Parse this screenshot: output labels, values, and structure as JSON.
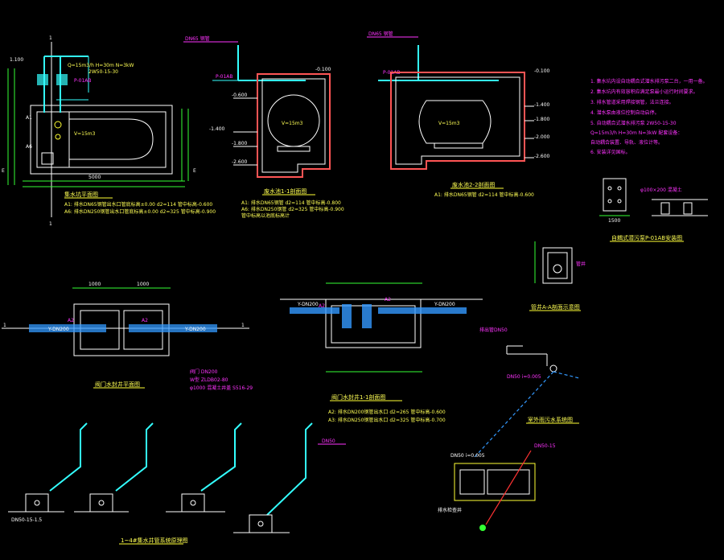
{
  "colors": {
    "background": "#000000",
    "outline": "#ffffff",
    "dimension": "#33ff33",
    "label": "#ffff55",
    "note": "#ff33ff",
    "pipe": "#33ffff",
    "wall": "#ff5555"
  },
  "views": {
    "plan": {
      "title": "集水坑平面图",
      "equipment_tag": "P-01AB",
      "volume": "V=15m3",
      "notes": [
        "A1: 排水DN65钢管出水口管底标高±0.00 d2=114 管中标高-0.600",
        "A6: 排水DN250钢管出水口管底标高±0.00 d2=325 管中标高-0.900"
      ]
    },
    "section_1_1": {
      "title": "废水池1-1剖面图",
      "volume": "V=15m3",
      "tag": "P-01AB",
      "notes": [
        "A1: 排水DN65钢管 d2=114 管中标高-0.800",
        "A6: 排水DN250钢管 d2=325 管中标高-0.900",
        "管中标高以池底标高计"
      ]
    },
    "section_2_2": {
      "title": "废水池2-2剖面图",
      "volume": "V=15m3",
      "tag": "P-01AB",
      "note": "A1: 排水DN65钢管 d2=114 管中标高-0.600"
    },
    "notes_block": {
      "lines": [
        "1. 集水坑内设自动耦合式潜水排污泵二台，一用一备。",
        "2. 集水坑内有效容积应满足泵最小运行时间要求。",
        "3. 排水管道采用焊接钢管，法兰连接。",
        "4. 潜水泵由液位控制自动启停。",
        "5. 自动耦合式潜水排污泵 2W50-15-30",
        "   Q=15m3/h  H=30m  N=3kW  配套设备：",
        "   自动耦合装置、导轨、液位计等。",
        "6. 安装详见国标。"
      ]
    },
    "pump_detail": {
      "title": "自耦式潜污泵P-01AB安装图",
      "dim": "1500"
    },
    "section_a": {
      "title": "管井A-A剖面示意图"
    },
    "valve_plan": {
      "title": "阀门水封井平面图",
      "dim_left": "1000",
      "dim_right": "1000",
      "pipe_left": "Y-DN200",
      "pipe_right": "Y-DN200",
      "tags": [
        "A2",
        "A2"
      ],
      "notes": [
        "阀门 DN200",
        "W型 ZLDB02-80",
        "φ1000 混凝土井盖 S516-29"
      ]
    },
    "valve_section": {
      "title": "阀门水封井1-1剖面图",
      "pipe_left": "Y-DN200",
      "pipe_right": "Y-DN200",
      "tags": [
        "A2",
        "A2"
      ],
      "notes": [
        "A2: 排水DN200钢管出水口 d2=265 管中标高-0.600",
        "A3: 排水DN250钢管出水口 d2=325 管中标高-0.700"
      ]
    },
    "drain_system": {
      "title": "室外雨污水系统图",
      "pipe": "DN50 i=0.005",
      "tag": "DN50-15"
    },
    "riser": {
      "title": "1~4#集水井管系统原理图",
      "note": "DN50-15-1.5"
    },
    "section_marks": [
      "1",
      "1"
    ]
  }
}
